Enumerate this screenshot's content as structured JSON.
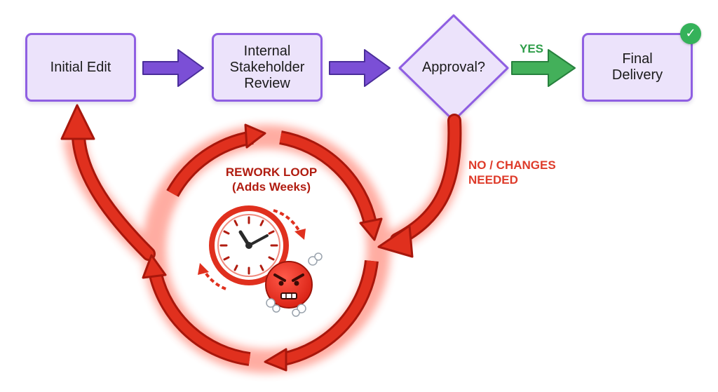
{
  "nodes": {
    "initial_edit": "Initial Edit",
    "stakeholder_review": "Internal\nStakeholder\nReview",
    "approval": "Approval?",
    "final_delivery": "Final\nDelivery"
  },
  "edges": {
    "yes": "YES",
    "no": "NO / CHANGES\nNEEDED"
  },
  "rework_loop": {
    "title": "REWORK LOOP\n(Adds Weeks)"
  },
  "icons": [
    "clock-icon",
    "angry-face-icon",
    "checkmark-icon"
  ],
  "colors": {
    "node_fill": "#ece3fb",
    "node_border": "#8f5fe2",
    "flow_arrow": "#7b4fd6",
    "yes_arrow": "#3aa852",
    "rework_red": "#e0301e",
    "check_green": "#35b25a"
  }
}
